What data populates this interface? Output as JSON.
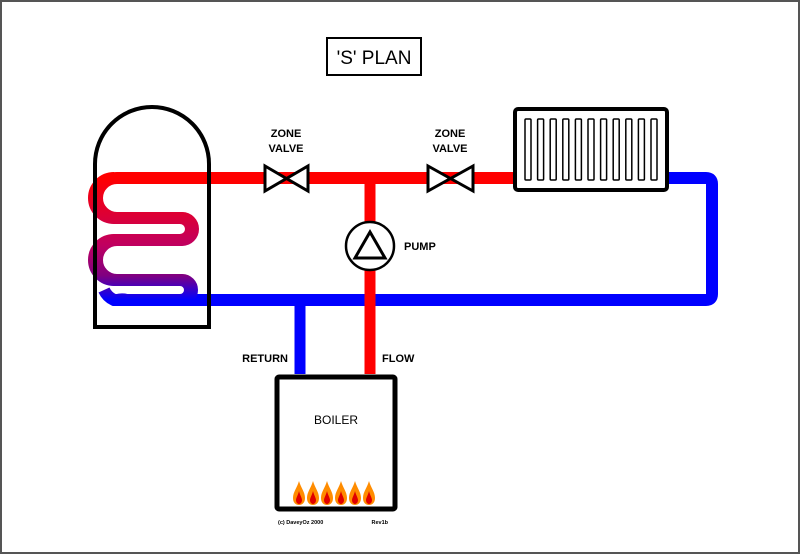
{
  "title": "'S' PLAN",
  "colors": {
    "flow": "#ff0000",
    "return": "#0000ff",
    "coil_mid": "#c00060",
    "coil_low": "#800080",
    "outline": "#000000",
    "flame_outer": "#ff8c00",
    "flame_inner": "#e00000"
  },
  "labels": {
    "zone_valve_1": [
      "ZONE",
      "VALVE"
    ],
    "zone_valve_2": [
      "ZONE",
      "VALVE"
    ],
    "pump": "PUMP",
    "return": "RETURN",
    "flow": "FLOW",
    "boiler": "BOILER"
  },
  "components": {
    "cylinder": "hot-water-cylinder",
    "radiator": {
      "icon": "radiator",
      "fins": 11
    },
    "pump_icon": "pump-triangle",
    "valves": 2,
    "flames": 6
  },
  "footer": {
    "copyright": "(c) DaveyOz 2000",
    "revision": "Rev1b"
  }
}
